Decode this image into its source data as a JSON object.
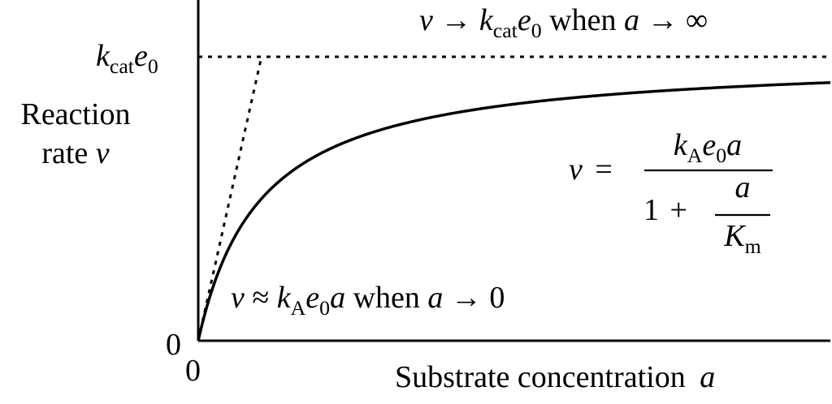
{
  "chart_data": {
    "type": "line",
    "xlabel_text": "Substrate concentration",
    "xlabel_var": "a",
    "ylabel_line1": "Reaction",
    "ylabel_line2_text": "rate",
    "ylabel_var": "v",
    "x_origin_label": "0",
    "y_origin_label": "0",
    "ylim": [
      0,
      1.0
    ],
    "xlim": [
      0,
      1.0
    ],
    "asymptote": {
      "level": 1.0,
      "label_k": "k",
      "label_k_sub": "cat",
      "label_e": "e",
      "label_e_sub": "0",
      "style": "dotted"
    },
    "series": [
      {
        "formula": "michaelis-menten",
        "vmax": 1.0,
        "km": 0.1,
        "style": "solid"
      }
    ],
    "tangent": {
      "slope": 10.0,
      "style": "dotted"
    },
    "annotations": {
      "top": {
        "v": "v",
        "arrow": "→",
        "k": "k",
        "k_sub": "cat",
        "e": "e",
        "e_sub": "0",
        "when": "when",
        "a": "a",
        "inf": "∞"
      },
      "formula": {
        "v": "v",
        "eq": "=",
        "num_k": "k",
        "num_k_sub": "A",
        "num_e": "e",
        "num_e_sub": "0",
        "num_a": "a",
        "den_one": "1",
        "den_plus": "+",
        "inner_num": "a",
        "inner_den_k": "K",
        "inner_den_sub": "m"
      },
      "low": {
        "v": "v",
        "approx": "≈",
        "k": "k",
        "k_sub": "A",
        "e": "e",
        "e_sub": "0",
        "a": "a",
        "when": "when",
        "a2": "a",
        "arrow": "→",
        "zero": "0"
      }
    }
  }
}
